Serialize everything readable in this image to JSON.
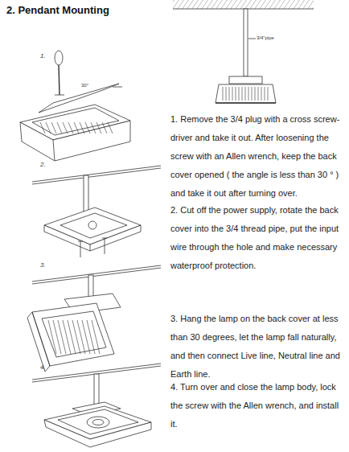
{
  "diagram": {
    "title": "2. Pendant Mounting",
    "labels": [
      "1.",
      "2.",
      "3.",
      "4.",
      "1. Remove the 3/4 plug with a cross screw-driver and take it out. After loosening the screw with an Allen wrench, keep the back cover opened ( the angle is less than 30 ° ) and take it out after turning over.",
      "2. Cut off the power supply, rotate the back cover into the 3/4 thread pipe, put the input wire through the hole and make necessary waterproof protection.",
      "3. Hang the lamp on the back cover at less than 30 degrees, let the lamp fall naturally, and then connect Live line, Neutral line and Earth line.",
      "4. Turn over and close the lamp body, lock the screw with the Allen wrench, and install it.",
      "3/4\"pipe",
      "30°"
    ]
  }
}
